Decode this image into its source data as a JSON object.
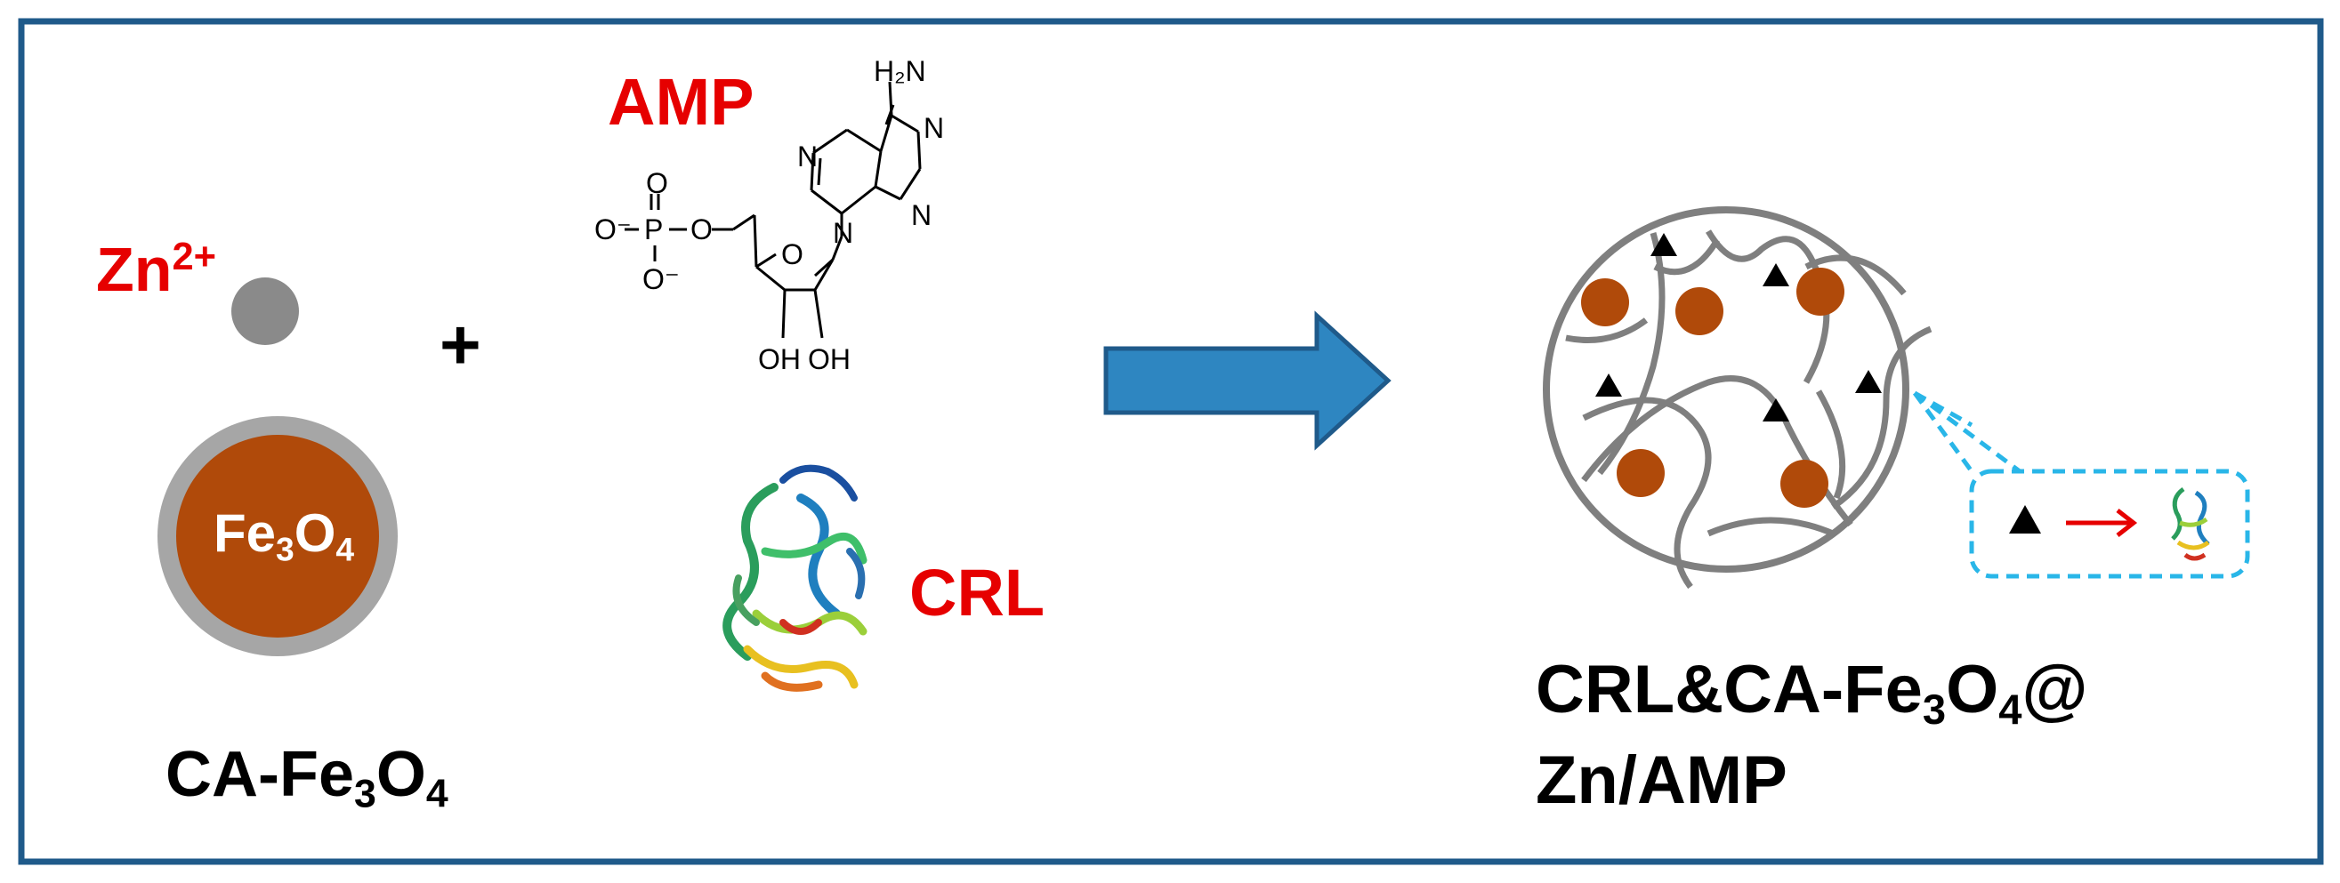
{
  "colors": {
    "frame": "#1f5a8a",
    "red_label": "#e60000",
    "core": "#b04a0a",
    "shell": "#a6a6a6",
    "zn_ion": "#8a8a8a",
    "network": "#7f7f7f",
    "arrow": "#2e86c1",
    "callout": "#29b6e8"
  },
  "reactants": {
    "zn": {
      "element": "Zn",
      "charge": "2+"
    },
    "nanoparticle": {
      "core_element": "Fe",
      "core_sub1": "3",
      "core_o": "O",
      "core_sub2": "4"
    },
    "nanoparticle_label": {
      "prefix": "CA-Fe",
      "sub1": "3",
      "o": "O",
      "sub2": "4"
    },
    "plus": "+",
    "amp_label": "AMP",
    "amp_structure": {
      "amine": "H₂N",
      "n_atoms": [
        "N",
        "N",
        "N",
        "N"
      ],
      "phosphate_o_top": "O",
      "phosphate_p": "P",
      "phosphate_o_left": "O⁻",
      "phosphate_o_bottom": "O⁻",
      "ester_o": "O",
      "ring_o": "O",
      "hydroxyls": [
        "OH",
        "OH"
      ]
    },
    "enzyme_label": "CRL"
  },
  "product": {
    "line1_prefix": "CRL&CA-Fe",
    "line1_sub1": "3",
    "line1_o": "O",
    "line1_sub2": "4",
    "line1_suffix": "@",
    "line2": "Zn/AMP"
  },
  "icons": [
    "reaction-arrow-icon",
    "enzyme-triangle-icon",
    "protein-ribbon-icon"
  ]
}
